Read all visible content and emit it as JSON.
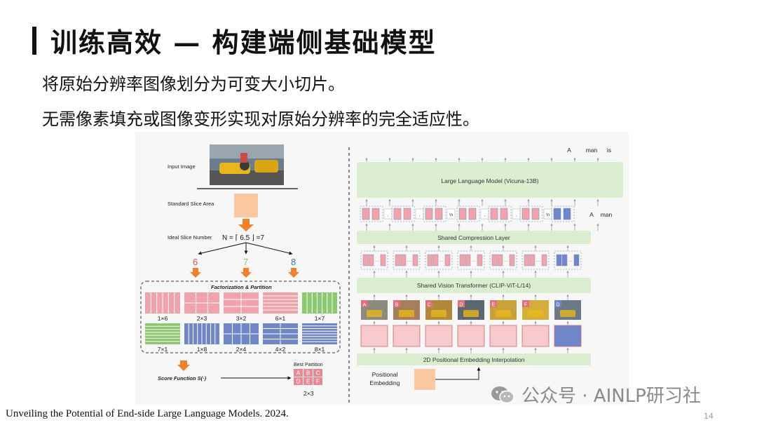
{
  "slide": {
    "title": "训练高效 — 构建端侧基础模型",
    "bullets": [
      "将原始分辨率图像划分为可变大小切片。",
      "无需像素填充或图像变形实现对原始分辨率的完全适应性。"
    ],
    "citation": "Unveiling the Potential of End-side Large Language Models. 2024.",
    "page_number": "14",
    "watermark": "公众号 · AINLP研习社"
  },
  "figure": {
    "left": {
      "input_image_label": "Input Image",
      "standard_slice_label": "Standard Slice Area",
      "ideal_slice_label": "Ideal Slice Number",
      "ideal_slice_formula": "N = ⌈ 6.5 ⌋ =7",
      "candidates": [
        "6",
        "7",
        "8"
      ],
      "candidate_colors": [
        "#e0505a",
        "#8cc86e",
        "#4a6fb5"
      ],
      "factorization_title": "Factorization & Partition",
      "partitions_row1": [
        "1×6",
        "2×3",
        "3×2",
        "6×1",
        "1×7"
      ],
      "partitions_row2": [
        "7×1",
        "1×8",
        "2×4",
        "4×2",
        "8×1"
      ],
      "score_function": "Score Function S(·)",
      "best_partition_label": "Best Partition",
      "best_partition_cells": [
        "A",
        "B",
        "C",
        "D",
        "E",
        "F"
      ],
      "best_partition_shape": "2×3"
    },
    "right": {
      "output_tokens": [
        "A",
        "man",
        "is"
      ],
      "llm_label": "Large Language Model (Vicuna-13B)",
      "input_tokens": [
        "A",
        "man"
      ],
      "separator_tokens": [
        ",",
        ",",
        "\\n",
        ",",
        ",",
        "\\n"
      ],
      "compression_label": "Shared Compression Layer",
      "vit_label": "Shared Vision Transformer (CLIP-ViT-L/14)",
      "slice_letters": [
        "A",
        "B",
        "C",
        "D",
        "E",
        "F",
        "D"
      ],
      "pos_interp_label": "2D Positional Embedding Interpolation",
      "pos_embedding_label": [
        "Positional",
        "Embedding"
      ]
    },
    "colors": {
      "pink": "#f0a3ab",
      "pink_light": "#f6c9cd",
      "blue": "#6f86c8",
      "green_box": "#dbeed0",
      "orange": "#f0802a",
      "peach": "#f9c8a0"
    }
  }
}
